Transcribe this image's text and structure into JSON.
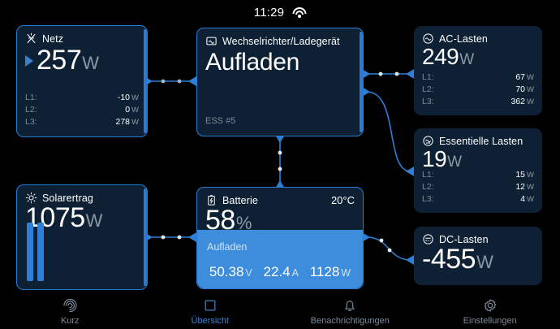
{
  "statusbar": {
    "time": "11:29",
    "wifi_icon": "wifi-icon"
  },
  "cards": {
    "grid": {
      "icon": "grid-tower-icon",
      "title": "Netz",
      "value": "257",
      "unit": "W",
      "direction_icon": "arrow-right-icon",
      "phases": [
        {
          "label": "L1:",
          "value": "-10",
          "unit": "W"
        },
        {
          "label": "L2:",
          "value": "0",
          "unit": "W"
        },
        {
          "label": "L3:",
          "value": "278",
          "unit": "W"
        }
      ]
    },
    "inverter": {
      "icon": "inverter-icon",
      "title": "Wechselrichter/Ladegerät",
      "state": "Aufladen",
      "subtitle": "ESS #5"
    },
    "ac_loads": {
      "icon": "ac-icon",
      "title": "AC-Lasten",
      "value": "249",
      "unit": "W",
      "phases": [
        {
          "label": "L1:",
          "value": "67",
          "unit": "W"
        },
        {
          "label": "L2:",
          "value": "70",
          "unit": "W"
        },
        {
          "label": "L3:",
          "value": "362",
          "unit": "W"
        }
      ]
    },
    "essential_loads": {
      "icon": "ac-essential-icon",
      "title": "Essentielle Lasten",
      "value": "19",
      "unit": "W",
      "phases": [
        {
          "label": "L1:",
          "value": "15",
          "unit": "W"
        },
        {
          "label": "L2:",
          "value": "12",
          "unit": "W"
        },
        {
          "label": "L3:",
          "value": "4",
          "unit": "W"
        }
      ]
    },
    "dc_loads": {
      "icon": "dc-icon",
      "title": "DC-Lasten",
      "value": "-455",
      "unit": "W"
    },
    "solar": {
      "icon": "sun-icon",
      "title": "Solarertrag",
      "value": "1075",
      "unit": "W",
      "bars": 2
    },
    "battery": {
      "icon": "battery-icon",
      "title": "Batterie",
      "temperature": "20°C",
      "soc_value": "58",
      "soc_unit": "%",
      "soc_percent": 58,
      "state": "Aufladen",
      "metrics": [
        {
          "value": "50.38",
          "unit": "V"
        },
        {
          "value": "22.4",
          "unit": "A"
        },
        {
          "value": "1128",
          "unit": "W"
        }
      ]
    }
  },
  "nav": {
    "items": [
      {
        "icon": "spiral-icon",
        "label": "Kurz",
        "active": false
      },
      {
        "icon": "square-icon",
        "label": "Übersicht",
        "active": true
      },
      {
        "icon": "bell-icon",
        "label": "Benachrichtigungen",
        "active": false
      },
      {
        "icon": "gear-icon",
        "label": "Einstellungen",
        "active": false
      }
    ]
  },
  "colors": {
    "background": "#000000",
    "card_bg": "#0e2134",
    "accent_blue": "#2a7ad4",
    "battery_fill": "#3e8ddd",
    "muted_text": "#7d8a99",
    "link_line": "#2f7fd6"
  }
}
